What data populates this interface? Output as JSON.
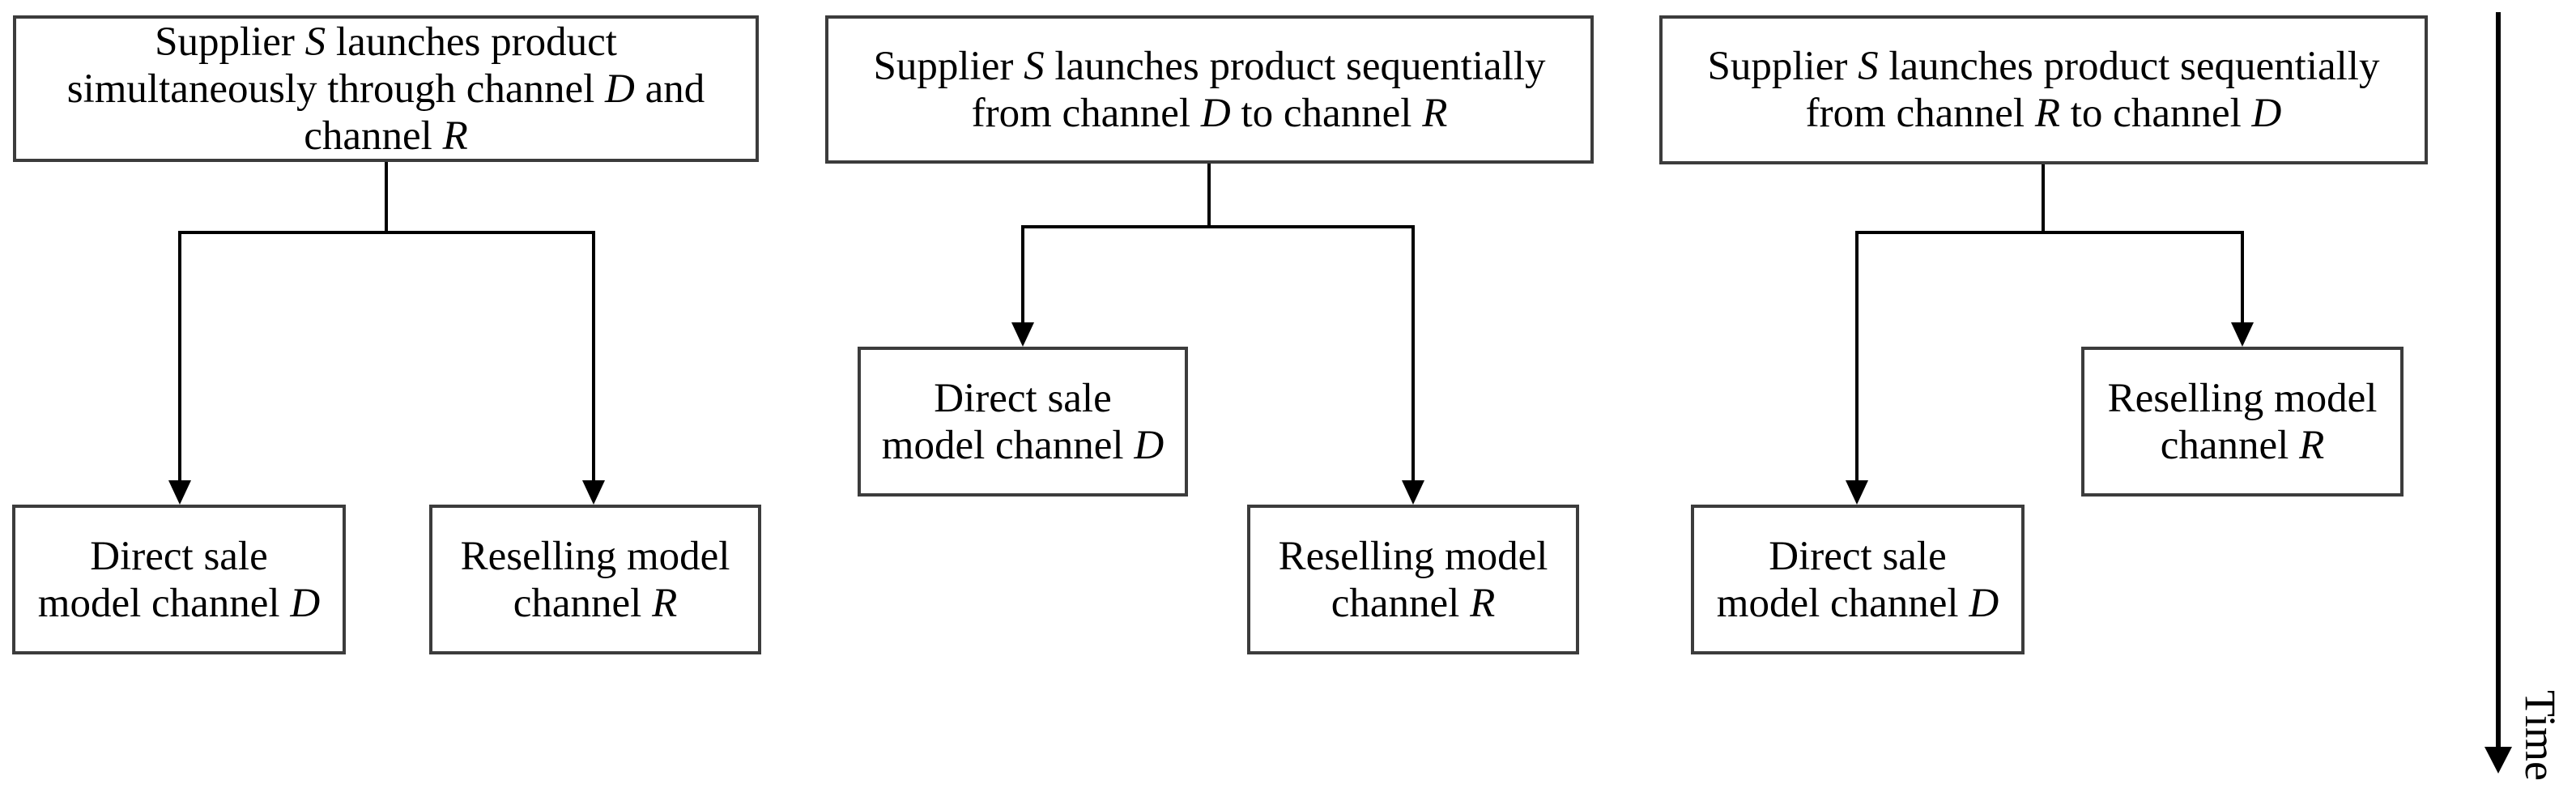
{
  "colors": {
    "box_border": "#3c3c3c",
    "connector": "#000000",
    "text": "#000000",
    "background": "#ffffff"
  },
  "nodes": {
    "root_sim": {
      "l1": [
        {
          "t": "Supplier "
        },
        {
          "t": "S"
        },
        {
          "t": " launches product"
        }
      ],
      "l2": [
        {
          "t": "simultaneously through channel "
        },
        {
          "t": "D"
        },
        {
          "t": " and"
        }
      ],
      "l3": [
        {
          "t": "channel "
        },
        {
          "t": "R"
        }
      ]
    },
    "root_seq_dr": {
      "l1": [
        {
          "t": "Supplier "
        },
        {
          "t": "S"
        },
        {
          "t": " launches product sequentially"
        }
      ],
      "l2": [
        {
          "t": "from channel "
        },
        {
          "t": "D"
        },
        {
          "t": " to channel "
        },
        {
          "t": "R"
        }
      ]
    },
    "root_seq_rd": {
      "l1": [
        {
          "t": "Supplier "
        },
        {
          "t": "S"
        },
        {
          "t": " launches product sequentially"
        }
      ],
      "l2": [
        {
          "t": "from channel "
        },
        {
          "t": "R"
        },
        {
          "t": " to channel "
        },
        {
          "t": "D"
        }
      ]
    },
    "direct": {
      "l1": [
        {
          "t": "Direct sale"
        }
      ],
      "l2": [
        {
          "t": "model channel "
        },
        {
          "t": "D"
        }
      ]
    },
    "resell": {
      "l1": [
        {
          "t": "Reselling model"
        }
      ],
      "l2": [
        {
          "t": "channel "
        },
        {
          "t": "R"
        }
      ]
    }
  },
  "time_axis": {
    "label": "Time"
  }
}
